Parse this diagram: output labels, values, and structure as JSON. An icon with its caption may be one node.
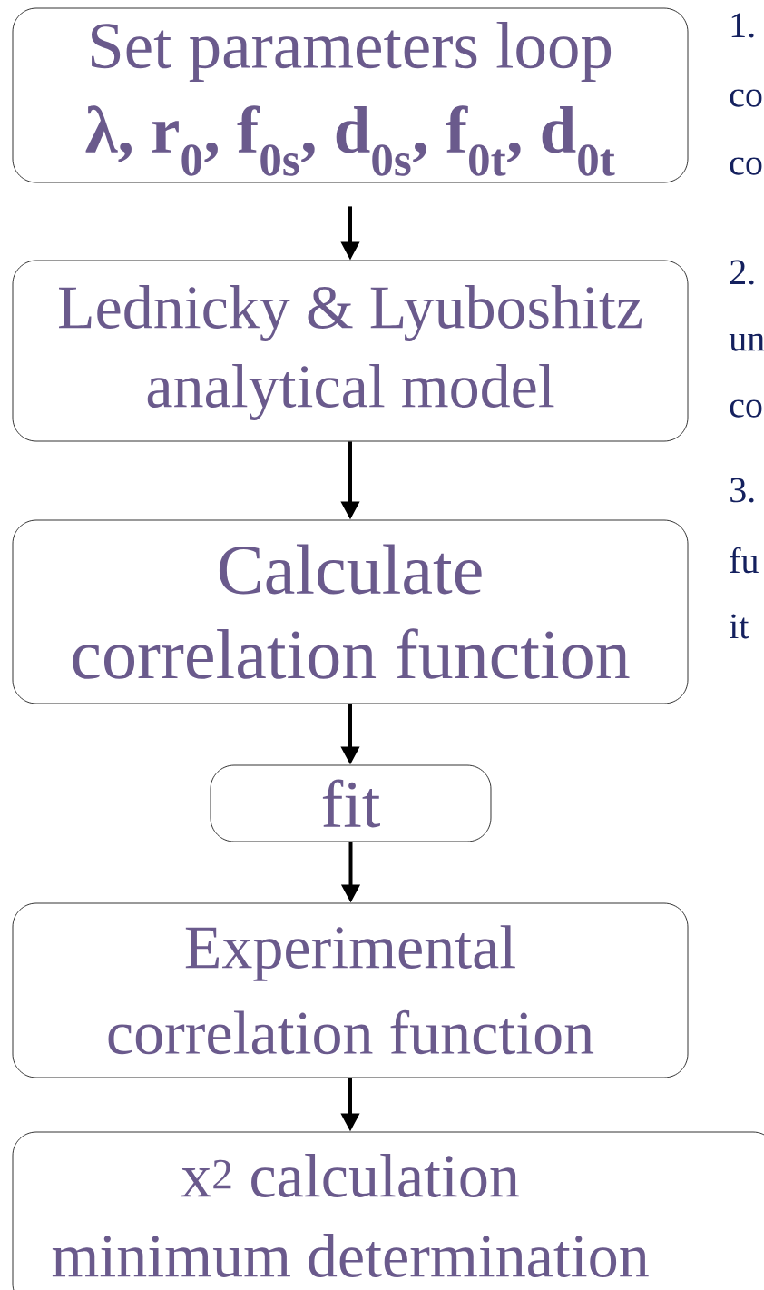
{
  "diagram": {
    "nodes": [
      {
        "text": [
          "Set parameters loop",
          "λ, r$_{0}$, f$_{0s}$, d$_{0s}$, f$_{0t}$, d$_{0t}$"
        ]
      },
      {
        "text": [
          "Lednicky & Lyuboshitz",
          "analytical model"
        ]
      },
      {
        "text": [
          "Calculate",
          "correlation function"
        ]
      },
      {
        "text": [
          "fit"
        ]
      },
      {
        "text": [
          "Experimental",
          "correlation function"
        ]
      },
      {
        "text": [
          "x$^{2}$ calculation",
          "minimum determination"
        ]
      }
    ],
    "edges": [
      {
        "from": 0,
        "to": 1,
        "arrow": "to"
      },
      {
        "from": 1,
        "to": 2,
        "arrow": "to"
      },
      {
        "from": 2,
        "to": 3,
        "arrow": "to"
      },
      {
        "from": 3,
        "to": 4,
        "arrow": "to"
      },
      {
        "from": 4,
        "to": 5,
        "arrow": "to"
      }
    ],
    "labels": [
      "1.",
      "co",
      "co",
      "2.",
      "un",
      "co",
      "3.",
      "fu",
      "it"
    ]
  }
}
